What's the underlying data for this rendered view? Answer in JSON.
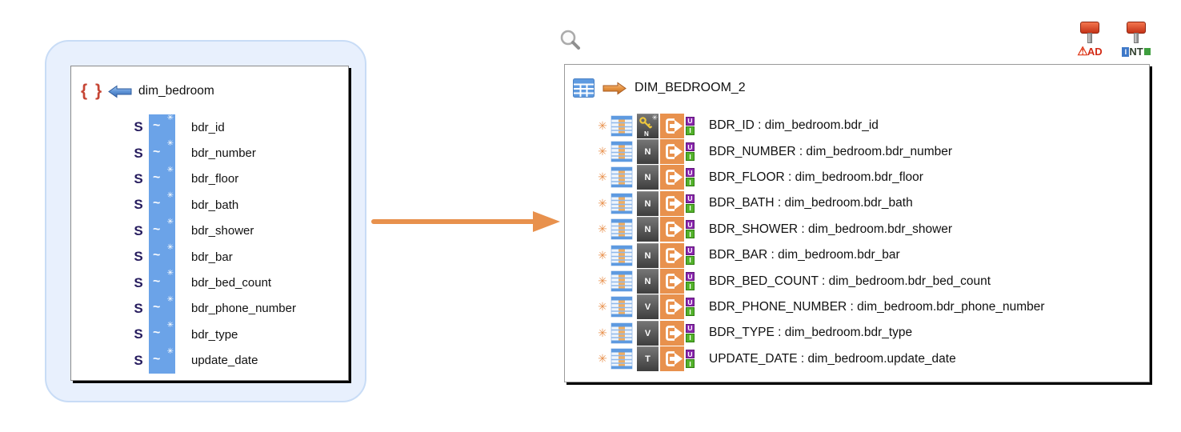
{
  "source": {
    "name": "dim_bedroom",
    "type_letter": "S",
    "fields": [
      "bdr_id",
      "bdr_number",
      "bdr_floor",
      "bdr_bath",
      "bdr_shower",
      "bdr_bar",
      "bdr_bed_count",
      "bdr_phone_number",
      "bdr_type",
      "update_date"
    ]
  },
  "target": {
    "name": "DIM_BEDROOM_2",
    "badge_update": "U",
    "badge_insert": "I",
    "columns": [
      {
        "name": "BDR_ID",
        "mapping": "dim_bedroom.bdr_id",
        "type": "N",
        "key": true,
        "label": "BDR_ID : dim_bedroom.bdr_id"
      },
      {
        "name": "BDR_NUMBER",
        "mapping": "dim_bedroom.bdr_number",
        "type": "N",
        "key": false,
        "label": "BDR_NUMBER : dim_bedroom.bdr_number"
      },
      {
        "name": "BDR_FLOOR",
        "mapping": "dim_bedroom.bdr_floor",
        "type": "N",
        "key": false,
        "label": "BDR_FLOOR : dim_bedroom.bdr_floor"
      },
      {
        "name": "BDR_BATH",
        "mapping": "dim_bedroom.bdr_bath",
        "type": "N",
        "key": false,
        "label": "BDR_BATH : dim_bedroom.bdr_bath"
      },
      {
        "name": "BDR_SHOWER",
        "mapping": "dim_bedroom.bdr_shower",
        "type": "N",
        "key": false,
        "label": "BDR_SHOWER : dim_bedroom.bdr_shower"
      },
      {
        "name": "BDR_BAR",
        "mapping": "dim_bedroom.bdr_bar",
        "type": "N",
        "key": false,
        "label": "BDR_BAR : dim_bedroom.bdr_bar"
      },
      {
        "name": "BDR_BED_COUNT",
        "mapping": "dim_bedroom.bdr_bed_count",
        "type": "N",
        "key": false,
        "label": "BDR_BED_COUNT : dim_bedroom.bdr_bed_count"
      },
      {
        "name": "BDR_PHONE_NUMBER",
        "mapping": "dim_bedroom.bdr_phone_number",
        "type": "V",
        "key": false,
        "label": "BDR_PHONE_NUMBER : dim_bedroom.bdr_phone_number"
      },
      {
        "name": "BDR_TYPE",
        "mapping": "dim_bedroom.bdr_type",
        "type": "V",
        "key": false,
        "label": "BDR_TYPE : dim_bedroom.bdr_type"
      },
      {
        "name": "UPDATE_DATE",
        "mapping": "dim_bedroom.update_date",
        "type": "T",
        "key": false,
        "label": "UPDATE_DATE : dim_bedroom.update_date"
      }
    ],
    "templates": [
      {
        "label": "AD",
        "warning": "⚠"
      },
      {
        "label_i": "I",
        "label_nt": "NT"
      }
    ]
  },
  "icons": {
    "braces": "{ }",
    "snowflake": "✳",
    "tilde": "~",
    "asterisk": "✳",
    "warning": "⚠"
  },
  "colors": {
    "accent_orange": "#E8914D",
    "strip_blue": "#6BA3E8",
    "table_blue": "#5E9AE0",
    "type_square_dark": "#4A4A4A",
    "badge_update_purple": "#8B27AE",
    "badge_insert_green": "#53B22B",
    "braces_red": "#C64534",
    "string_navy": "#261C5E",
    "source_container_bg": "#E8F0FD"
  }
}
